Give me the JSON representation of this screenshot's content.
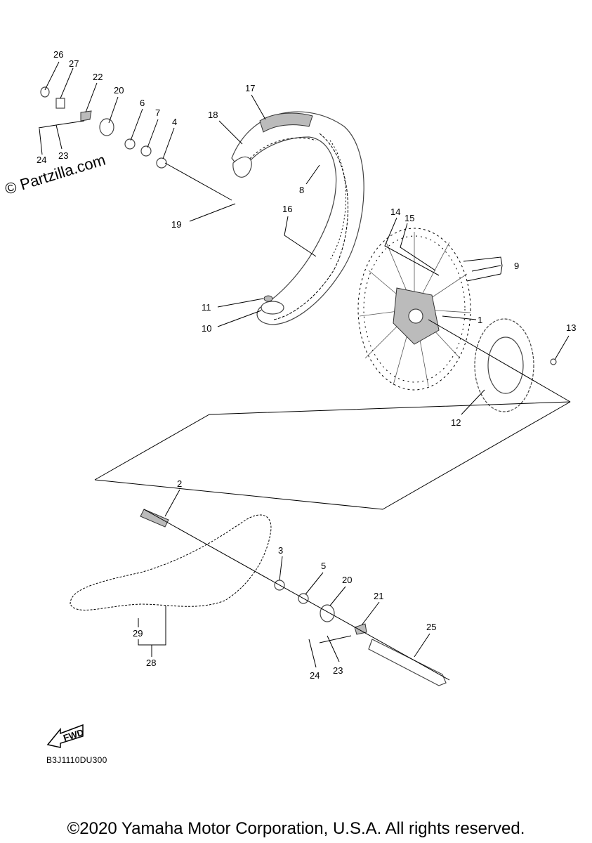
{
  "watermark": "© Partzilla.com",
  "diagram_code": "B3J1110DU300",
  "copyright": "©2020 Yamaha Motor Corporation, U.S.A. All rights reserved.",
  "fwd_label": "FWD",
  "callouts": {
    "c1": "1",
    "c2": "2",
    "c3": "3",
    "c4": "4",
    "c5": "5",
    "c6": "6",
    "c7": "7",
    "c8": "8",
    "c9": "9",
    "c10": "10",
    "c11": "11",
    "c12": "12",
    "c13": "13",
    "c14": "14",
    "c15": "15",
    "c16": "16",
    "c17": "17",
    "c18": "18",
    "c19": "19",
    "c20a": "20",
    "c20b": "20",
    "c21": "21",
    "c22": "22",
    "c23a": "23",
    "c23b": "23",
    "c24a": "24",
    "c24b": "24",
    "c25": "25",
    "c26": "26",
    "c27": "27",
    "c28": "28",
    "c29": "29"
  }
}
